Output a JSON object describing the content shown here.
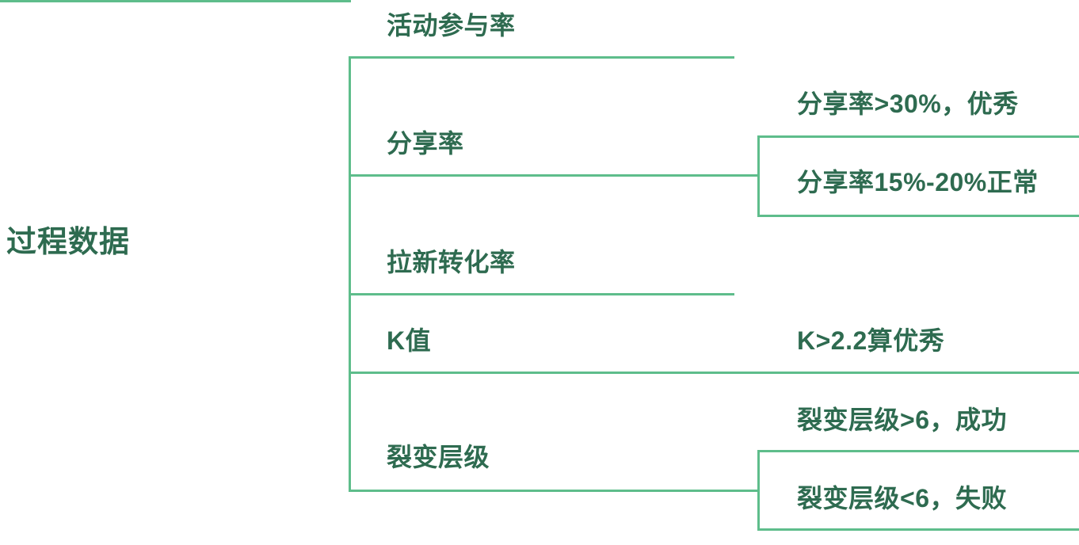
{
  "diagram": {
    "type": "mindmap",
    "direction": "left-to-right",
    "colors": {
      "line": "#5EBD8B",
      "text": "#2E6B50",
      "background": "#FFFFFF"
    },
    "root": {
      "label": "过程数据"
    },
    "branches": [
      {
        "label": "活动参与率",
        "children": []
      },
      {
        "label": "分享率",
        "children": [
          {
            "label": "分享率>30%，优秀"
          },
          {
            "label": "分享率15%-20%正常"
          }
        ]
      },
      {
        "label": "拉新转化率",
        "children": []
      },
      {
        "label": "K值",
        "children": [
          {
            "label": "K>2.2算优秀"
          }
        ]
      },
      {
        "label": "裂变层级",
        "children": [
          {
            "label": "裂变层级>6，成功"
          },
          {
            "label": "裂变层级<6，失败"
          }
        ]
      }
    ]
  }
}
